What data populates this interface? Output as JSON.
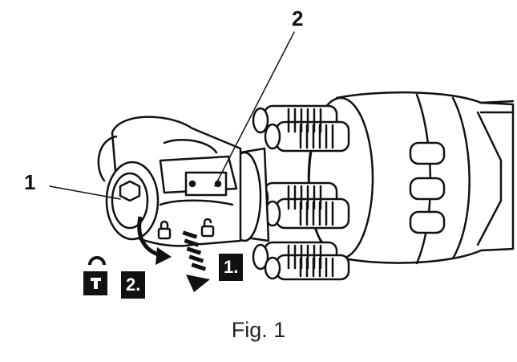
{
  "callouts": {
    "one": "1",
    "two": "2"
  },
  "steps": {
    "one": "1.",
    "two": "2."
  },
  "caption": "Fig. 1",
  "colors": {
    "ink": "#111111",
    "paper": "#ffffff",
    "shade": "#d9d9d9"
  },
  "icons": [
    "unlock-padlock-icon",
    "rotate-arrow-icon",
    "dashed-down-arrow-icon"
  ]
}
